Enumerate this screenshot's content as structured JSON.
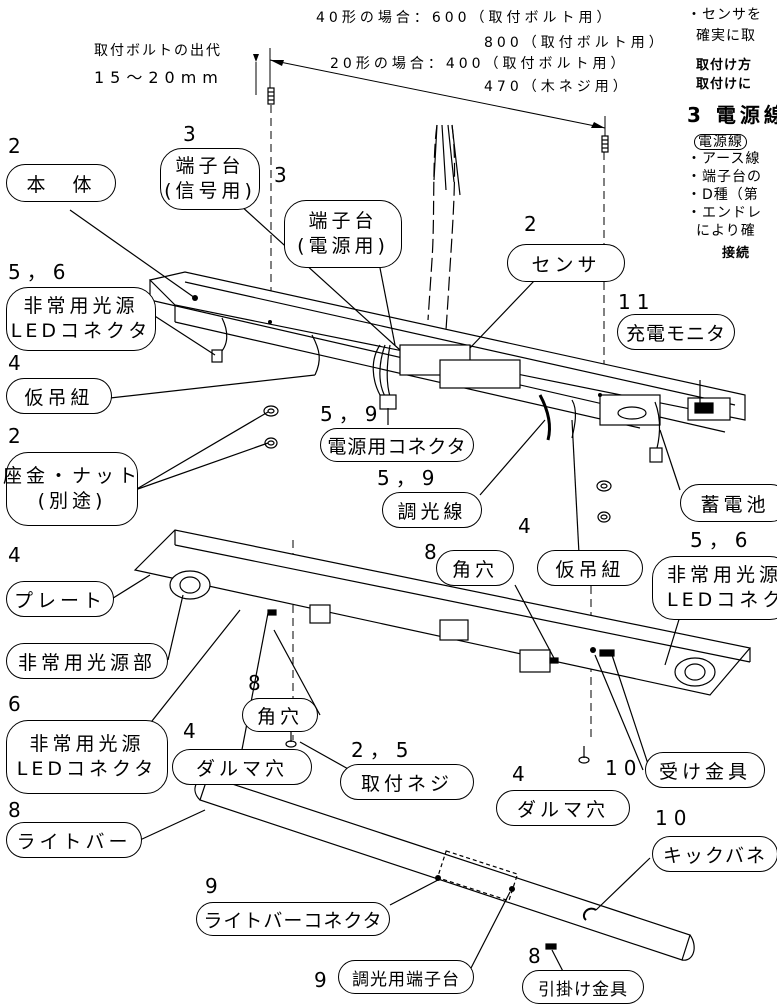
{
  "top_specs": [
    "40形の場合：600（取付ボルト用）",
    "800（取付ボルト用）",
    "20形の場合：400（取付ボルト用）",
    "470（木ネジ用）"
  ],
  "bolt_note": {
    "line1": "取付ボルトの出代",
    "line2": "15～20mm"
  },
  "side_notes": {
    "n1": "・センサを",
    "n2": "確実に取",
    "n3": "取付け方",
    "n4": "取付けに",
    "heading": "3 電源線",
    "b1": "電源線",
    "b2": "・アース線",
    "b3": "・端子台の",
    "b4": "・D種（第",
    "b5": "・エンドレ",
    "b6": "により確",
    "b7": "接続"
  },
  "labels": {
    "hontai": {
      "num": "2",
      "text": "本　体"
    },
    "tanshi_shingo": {
      "num": "3",
      "line1": "端子台",
      "line2": "(信号用)"
    },
    "tanshi_dengen": {
      "num": "3",
      "line1": "端子台",
      "line2": "(電源用)"
    },
    "sensa": {
      "num": "2",
      "text": "センサ"
    },
    "hijo_led_top": {
      "num": "5，6",
      "line1": "非常用光源",
      "line2": "LEDコネクタ"
    },
    "juden_monita": {
      "num": "11",
      "text": "充電モニタ"
    },
    "karitsuri_left": {
      "num": "4",
      "text": "仮吊紐"
    },
    "dengen_connector": {
      "num": "5，9",
      "text": "電源用コネクタ"
    },
    "zagane": {
      "num": "2",
      "line1": "座金・ナット",
      "line2": "(別途)"
    },
    "chokousen": {
      "num": "5，9",
      "text": "調光線"
    },
    "chikudenchi": {
      "text": "蓄電池"
    },
    "kakuana_top": {
      "num": "8",
      "text": "角穴"
    },
    "karitsuri_mid": {
      "num": "4",
      "text": "仮吊紐"
    },
    "hijo_led_right": {
      "num": "5，6",
      "line1": "非常用光源",
      "line2": "LEDコネク"
    },
    "plate": {
      "num": "4",
      "text": "プレート"
    },
    "hijo_kogenbu": {
      "text": "非常用光源部"
    },
    "hijo_led_left": {
      "num": "6",
      "line1": "非常用光源",
      "line2": "LEDコネクタ"
    },
    "kakuana_bottom": {
      "num": "8",
      "text": "角穴"
    },
    "daruma_left": {
      "num": "4",
      "text": "ダルマ穴"
    },
    "toritsuke_neji": {
      "num": "2，5",
      "text": "取付ネジ"
    },
    "ukekanagu": {
      "num": "10",
      "text": "受け金具"
    },
    "daruma_right": {
      "num": "4",
      "text": "ダルマ穴"
    },
    "light_bar": {
      "num": "8",
      "text": "ライトバー"
    },
    "kick_bane": {
      "num": "10",
      "text": "キックバネ"
    },
    "lightbar_connector": {
      "num": "9",
      "text": "ライトバーコネクタ"
    },
    "chokou_tanshi": {
      "num": "9",
      "text": "調光用端子台"
    },
    "hikkake": {
      "num": "8",
      "text": "引掛け金具"
    }
  }
}
